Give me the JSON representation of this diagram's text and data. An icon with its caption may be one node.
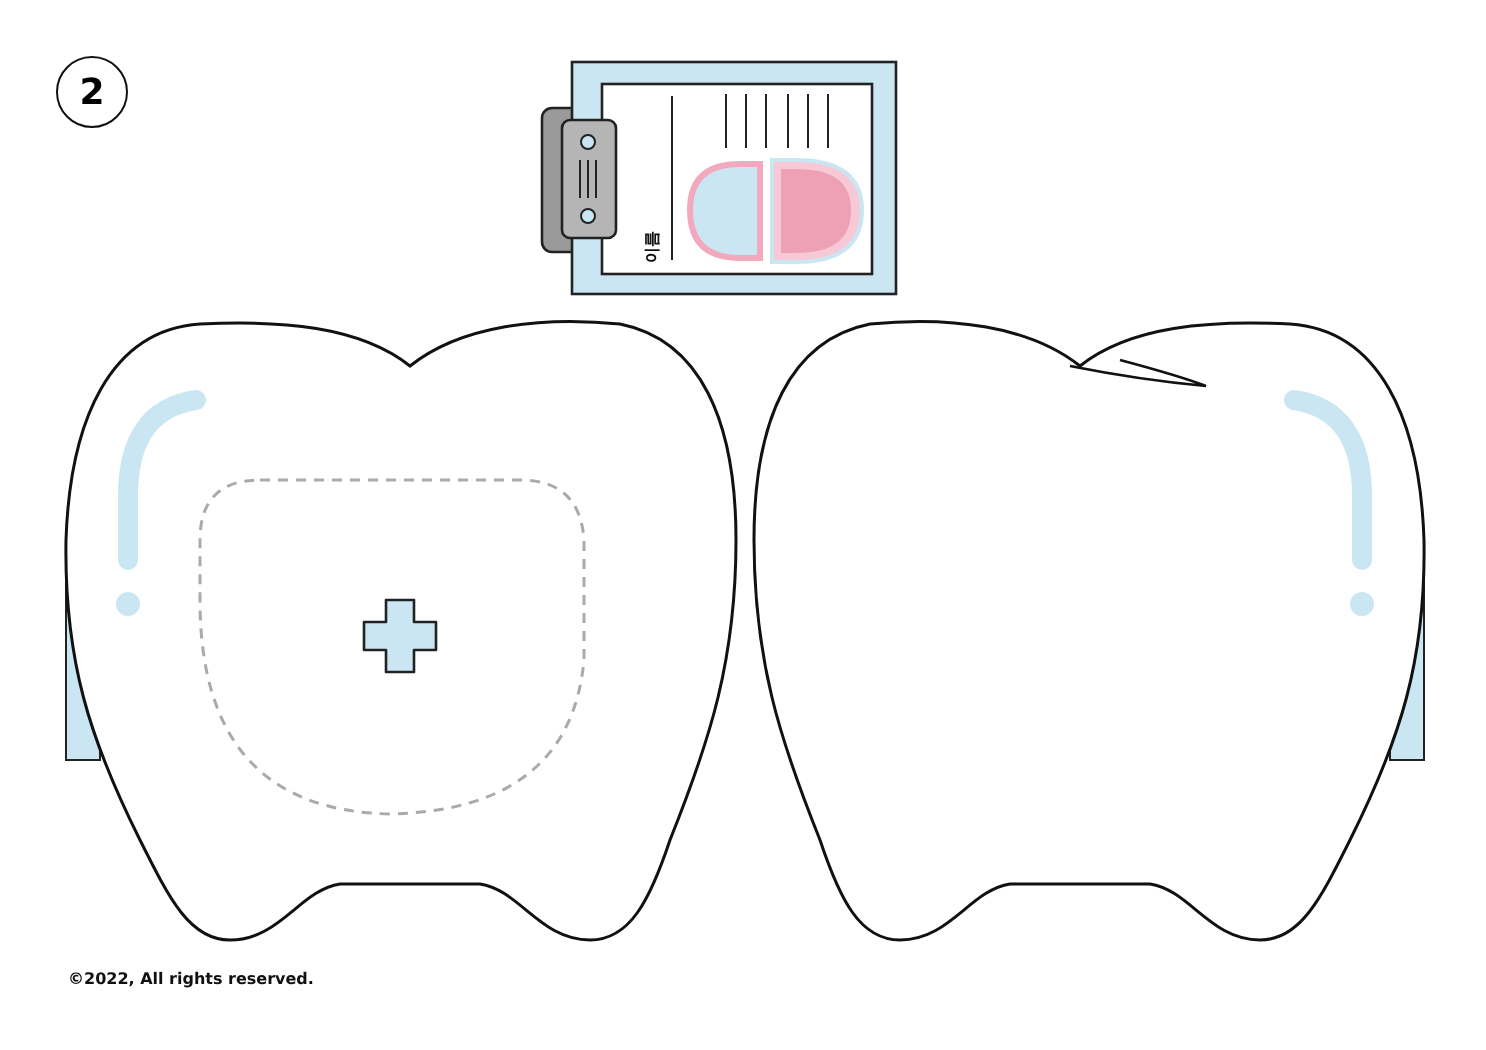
{
  "diagram": {
    "nodes": [
      {
        "text": [
          "2"
        ]
      }
    ],
    "labels": [
      "이름",
      "©2022, All rights reserved."
    ]
  }
}
